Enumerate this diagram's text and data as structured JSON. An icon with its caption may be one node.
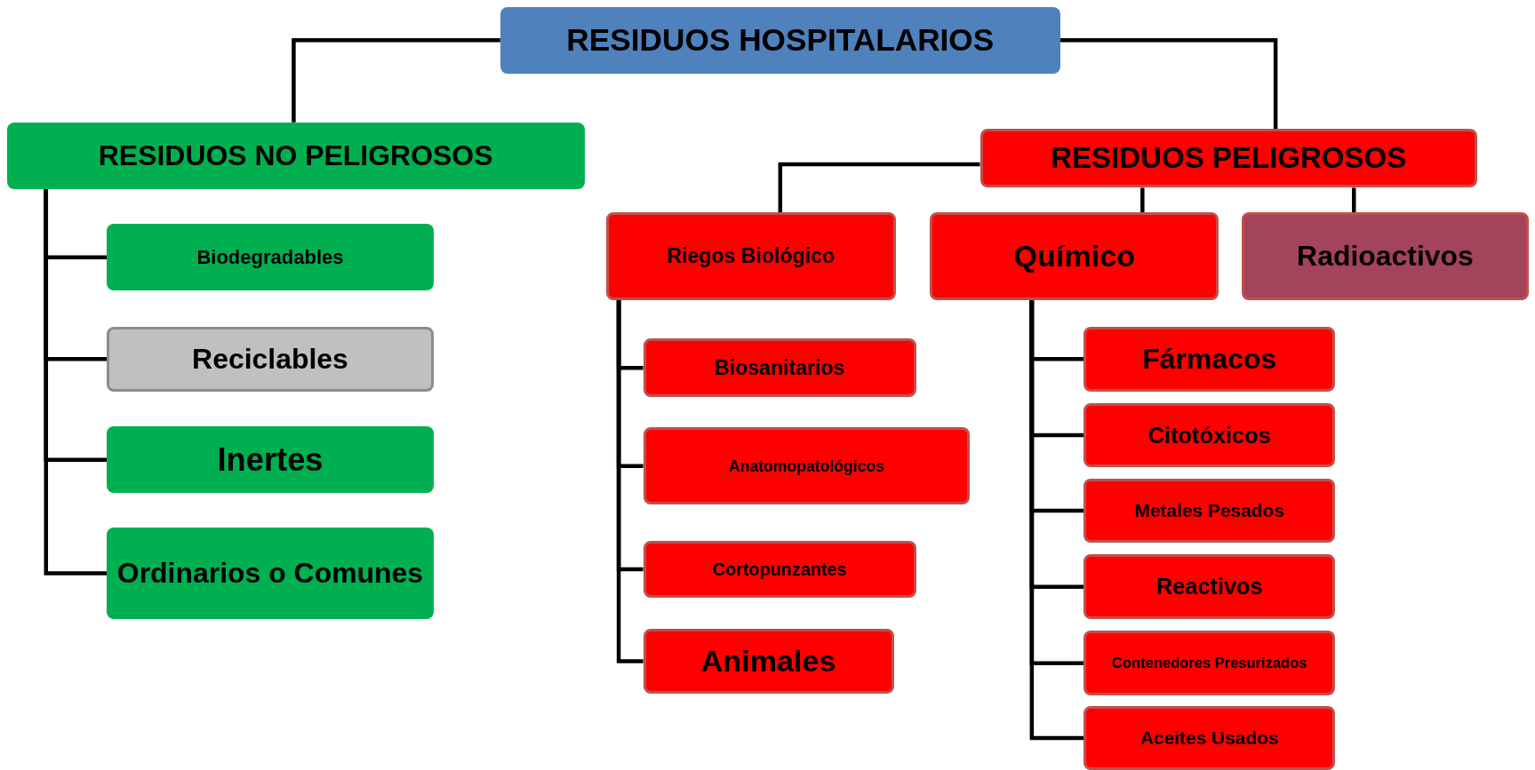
{
  "diagram": {
    "nodes": [
      {
        "text": [
          "RESIDUOS HOSPITALARIOS"
        ]
      },
      {
        "text": [
          "RESIDUOS  NO PELIGROSOS"
        ]
      },
      {
        "text": [
          "Biodegradables"
        ]
      },
      {
        "text": [
          "Reciclables"
        ]
      },
      {
        "text": [
          "Inertes"
        ]
      },
      {
        "text": [
          "Ordinarios o Comunes"
        ]
      },
      {
        "text": [
          "RESIDUOS  PELIGROSOS"
        ]
      },
      {
        "text": [
          "Riegos Biológico"
        ]
      },
      {
        "text": [
          "Químico"
        ]
      },
      {
        "text": [
          "Radioactivos"
        ]
      },
      {
        "text": [
          "Biosanitarios"
        ]
      },
      {
        "text": [
          "Anatomopatológicos"
        ]
      },
      {
        "text": [
          "Cortopunzantes"
        ]
      },
      {
        "text": [
          "Animales"
        ]
      },
      {
        "text": [
          "Fármacos"
        ]
      },
      {
        "text": [
          "Citotóxicos"
        ]
      },
      {
        "text": [
          "Metales Pesados"
        ]
      },
      {
        "text": [
          "Reactivos"
        ]
      },
      {
        "text": [
          "Contenedores Presurizados"
        ]
      },
      {
        "text": [
          "Aceites Usados"
        ]
      }
    ],
    "edges": [
      {
        "from": 0,
        "to": 1,
        "arrow": "none"
      },
      {
        "from": 0,
        "to": 6,
        "arrow": "none"
      },
      {
        "from": 1,
        "to": 2,
        "arrow": "none"
      },
      {
        "from": 1,
        "to": 3,
        "arrow": "none"
      },
      {
        "from": 1,
        "to": 4,
        "arrow": "none"
      },
      {
        "from": 1,
        "to": 5,
        "arrow": "none"
      },
      {
        "from": 6,
        "to": 7,
        "arrow": "none"
      },
      {
        "from": 6,
        "to": 8,
        "arrow": "none"
      },
      {
        "from": 6,
        "to": 9,
        "arrow": "none"
      },
      {
        "from": 7,
        "to": 10,
        "arrow": "none"
      },
      {
        "from": 7,
        "to": 11,
        "arrow": "none"
      },
      {
        "from": 7,
        "to": 12,
        "arrow": "none"
      },
      {
        "from": 7,
        "to": 13,
        "arrow": "none"
      },
      {
        "from": 8,
        "to": 14,
        "arrow": "none"
      },
      {
        "from": 8,
        "to": 15,
        "arrow": "none"
      },
      {
        "from": 8,
        "to": 16,
        "arrow": "none"
      },
      {
        "from": 8,
        "to": 17,
        "arrow": "none"
      },
      {
        "from": 8,
        "to": 18,
        "arrow": "none"
      },
      {
        "from": 8,
        "to": 19,
        "arrow": "none"
      }
    ]
  }
}
